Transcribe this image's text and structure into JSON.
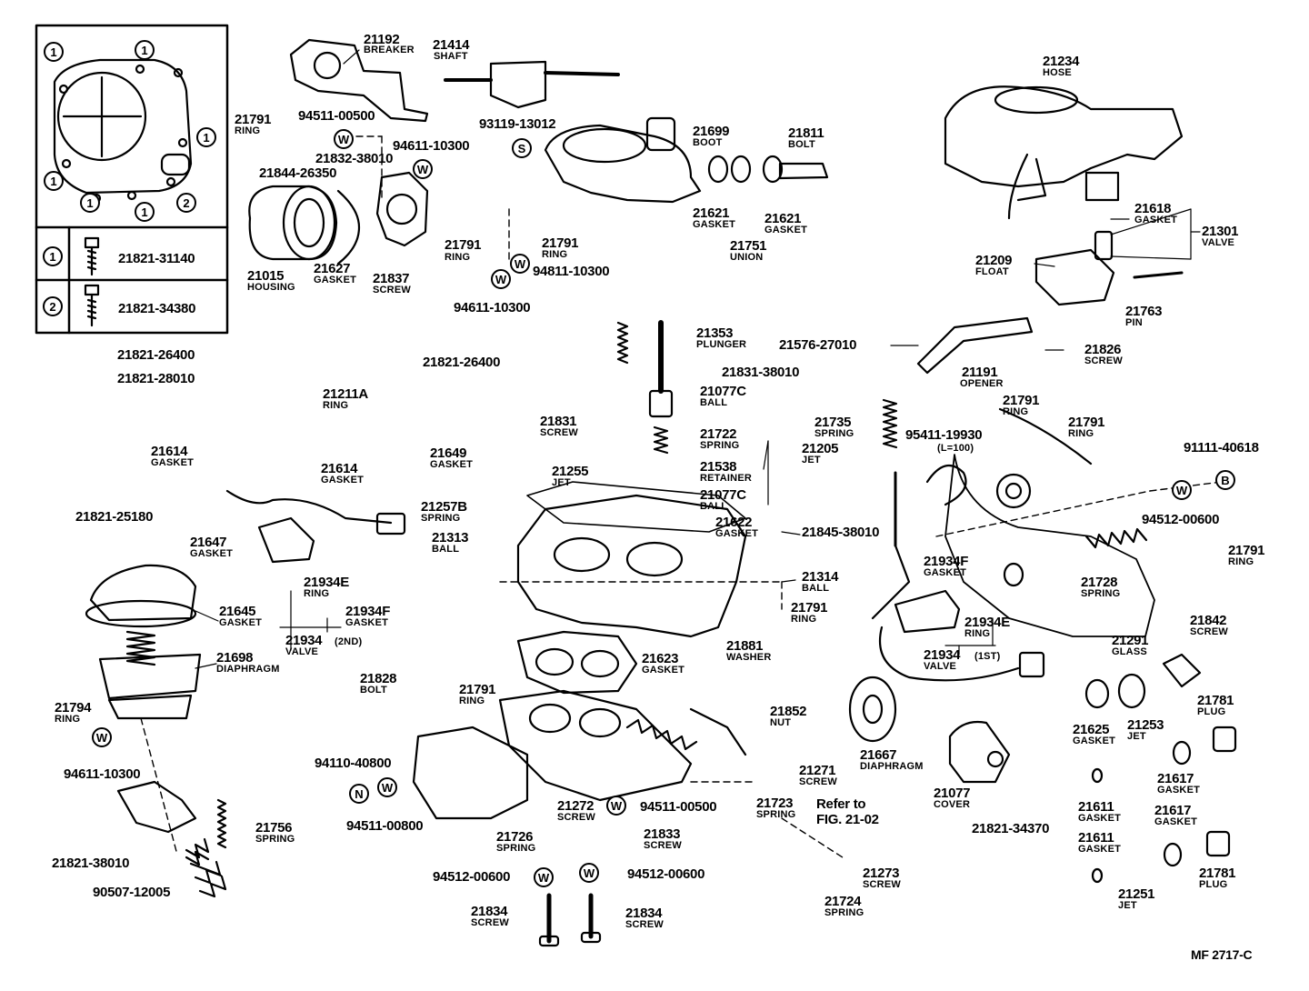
{
  "figure_code": "MF 2717-C",
  "inset": {
    "callouts": [
      "1",
      "2"
    ],
    "parts": [
      {
        "key": "1",
        "number": "21821-31140"
      },
      {
        "key": "2",
        "number": "21821-34380"
      }
    ]
  },
  "markers": {
    "washer": "W",
    "nut": "N",
    "s": "S",
    "b": "B"
  },
  "labels": [
    {
      "number": "21192",
      "name": "BREAKER"
    },
    {
      "number": "21414",
      "name": "SHAFT"
    },
    {
      "number": "21791",
      "name": "RING"
    },
    {
      "number": "94511-00500",
      "name": ""
    },
    {
      "number": "93119-13012",
      "name": ""
    },
    {
      "number": "21699",
      "name": "BOOT"
    },
    {
      "number": "21811",
      "name": "BOLT"
    },
    {
      "number": "94611-10300",
      "name": ""
    },
    {
      "number": "21832-38010",
      "name": ""
    },
    {
      "number": "21844-26350",
      "name": ""
    },
    {
      "number": "21621",
      "name": "GASKET"
    },
    {
      "number": "21621",
      "name": "GASKET"
    },
    {
      "number": "21751",
      "name": "UNION"
    },
    {
      "number": "21791",
      "name": "RING"
    },
    {
      "number": "21791",
      "name": "RING"
    },
    {
      "number": "94811-10300",
      "name": ""
    },
    {
      "number": "21015",
      "name": "HOUSING"
    },
    {
      "number": "21627",
      "name": "GASKET"
    },
    {
      "number": "21837",
      "name": "SCREW"
    },
    {
      "number": "94611-10300",
      "name": ""
    },
    {
      "number": "21234",
      "name": "HOSE"
    },
    {
      "number": "21618",
      "name": "GASKET"
    },
    {
      "number": "21301",
      "name": "VALVE"
    },
    {
      "number": "21209",
      "name": "FLOAT"
    },
    {
      "number": "21763",
      "name": "PIN"
    },
    {
      "number": "21353",
      "name": "PLUNGER"
    },
    {
      "number": "21576-27010",
      "name": ""
    },
    {
      "number": "21826",
      "name": "SCREW"
    },
    {
      "number": "21821-26400",
      "name": ""
    },
    {
      "number": "21821-28010",
      "name": ""
    },
    {
      "number": "21821-26400",
      "name": ""
    },
    {
      "number": "21831-38010",
      "name": ""
    },
    {
      "number": "21077C",
      "name": "BALL"
    },
    {
      "number": "21191",
      "name": "OPENER"
    },
    {
      "number": "21791",
      "name": "RING"
    },
    {
      "number": "21211A",
      "name": "RING"
    },
    {
      "number": "21831",
      "name": "SCREW"
    },
    {
      "number": "21722",
      "name": "SPRING"
    },
    {
      "number": "21735",
      "name": "SPRING"
    },
    {
      "number": "95411-19930",
      "name": "(L=100)"
    },
    {
      "number": "21791",
      "name": "RING"
    },
    {
      "number": "91111-40618",
      "name": ""
    },
    {
      "number": "21614",
      "name": "GASKET"
    },
    {
      "number": "21649",
      "name": "GASKET"
    },
    {
      "number": "21205",
      "name": "JET"
    },
    {
      "number": "21538",
      "name": "RETAINER"
    },
    {
      "number": "21614",
      "name": "GASKET"
    },
    {
      "number": "21255",
      "name": "JET"
    },
    {
      "number": "21077C",
      "name": "BALL"
    },
    {
      "number": "94512-00600",
      "name": ""
    },
    {
      "number": "21257B",
      "name": "SPRING"
    },
    {
      "number": "21622",
      "name": "GASKET"
    },
    {
      "number": "21821-25180",
      "name": ""
    },
    {
      "number": "21313",
      "name": "BALL"
    },
    {
      "number": "21845-38010",
      "name": ""
    },
    {
      "number": "21647",
      "name": "GASKET"
    },
    {
      "number": "21934F",
      "name": "GASKET"
    },
    {
      "number": "21791",
      "name": "RING"
    },
    {
      "number": "21314",
      "name": "BALL"
    },
    {
      "number": "21728",
      "name": "SPRING"
    },
    {
      "number": "21934E",
      "name": "RING"
    },
    {
      "number": "21645",
      "name": "GASKET"
    },
    {
      "number": "21934F",
      "name": "GASKET"
    },
    {
      "number": "21791",
      "name": "RING"
    },
    {
      "number": "21934E",
      "name": "RING"
    },
    {
      "number": "21842",
      "name": "SCREW"
    },
    {
      "number": "21934",
      "name": "VALVE"
    },
    {
      "number": "(2ND)",
      "name": ""
    },
    {
      "number": "21881",
      "name": "WASHER"
    },
    {
      "number": "21291",
      "name": "GLASS"
    },
    {
      "number": "21698",
      "name": "DIAPHRAGM"
    },
    {
      "number": "21623",
      "name": "GASKET"
    },
    {
      "number": "21934",
      "name": "VALVE"
    },
    {
      "number": "(1ST)",
      "name": ""
    },
    {
      "number": "21828",
      "name": "BOLT"
    },
    {
      "number": "21794",
      "name": "RING"
    },
    {
      "number": "21791",
      "name": "RING"
    },
    {
      "number": "21852",
      "name": "NUT"
    },
    {
      "number": "21781",
      "name": "PLUG"
    },
    {
      "number": "21625",
      "name": "GASKET"
    },
    {
      "number": "21253",
      "name": "JET"
    },
    {
      "number": "94611-10300",
      "name": ""
    },
    {
      "number": "21667",
      "name": "DIAPHRAGM"
    },
    {
      "number": "21617",
      "name": "GASKET"
    },
    {
      "number": "94110-40800",
      "name": ""
    },
    {
      "number": "21271",
      "name": "SCREW"
    },
    {
      "number": "21077",
      "name": "COVER"
    },
    {
      "number": "21611",
      "name": "GASKET"
    },
    {
      "number": "94511-00800",
      "name": ""
    },
    {
      "number": "21272",
      "name": "SCREW"
    },
    {
      "number": "94511-00500",
      "name": ""
    },
    {
      "number": "21723",
      "name": "SPRING"
    },
    {
      "number": "Refer to",
      "name": "FIG. 21-02"
    },
    {
      "number": "21821-34370",
      "name": ""
    },
    {
      "number": "21617",
      "name": "GASKET"
    },
    {
      "number": "21756",
      "name": "SPRING"
    },
    {
      "number": "21726",
      "name": "SPRING"
    },
    {
      "number": "21833",
      "name": "SCREW"
    },
    {
      "number": "21611",
      "name": "GASKET"
    },
    {
      "number": "21821-38010",
      "name": ""
    },
    {
      "number": "21273",
      "name": "SCREW"
    },
    {
      "number": "21781",
      "name": "PLUG"
    },
    {
      "number": "94512-00600",
      "name": ""
    },
    {
      "number": "94512-00600",
      "name": ""
    },
    {
      "number": "90507-12005",
      "name": ""
    },
    {
      "number": "21724",
      "name": "SPRING"
    },
    {
      "number": "21251",
      "name": "JET"
    },
    {
      "number": "21834",
      "name": "SCREW"
    },
    {
      "number": "21834",
      "name": "SCREW"
    }
  ]
}
